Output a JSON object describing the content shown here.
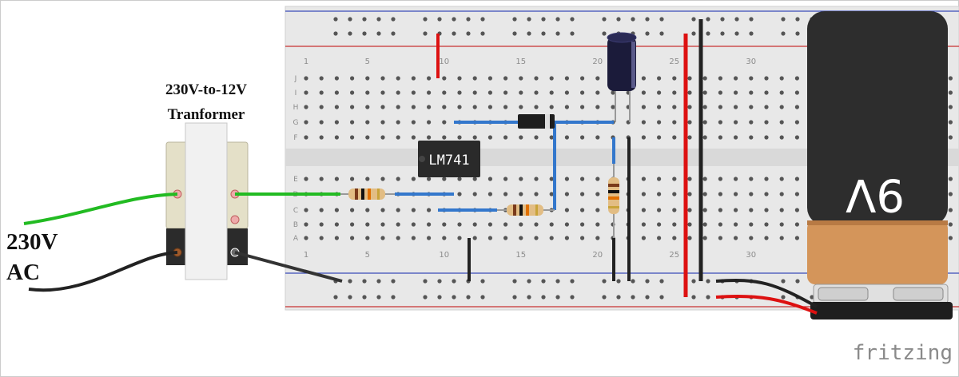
{
  "labels": {
    "transformer_line1": "230V-to-12V",
    "transformer_line2": "Tranformer",
    "ac_line1": "230V",
    "ac_line2": "AC",
    "ic_label": "LM741",
    "battery_label": "9V",
    "watermark": "fritzing"
  },
  "breadboard": {
    "column_numbers": [
      "1",
      "5",
      "10",
      "15",
      "20",
      "25",
      "30"
    ],
    "rows_top": [
      "J",
      "I",
      "H",
      "G",
      "F"
    ],
    "rows_bottom": [
      "E",
      "D",
      "C",
      "B",
      "A"
    ]
  },
  "colors": {
    "wire_green": "#22bb22",
    "wire_black": "#222222",
    "wire_red": "#dd1111",
    "wire_blue": "#3377cc",
    "battery_black": "#2d2d2d",
    "battery_copper": "#d4955a",
    "breadboard": "#e6e6e6",
    "hole": "#555555",
    "hole_active": "#6cbf6c"
  }
}
